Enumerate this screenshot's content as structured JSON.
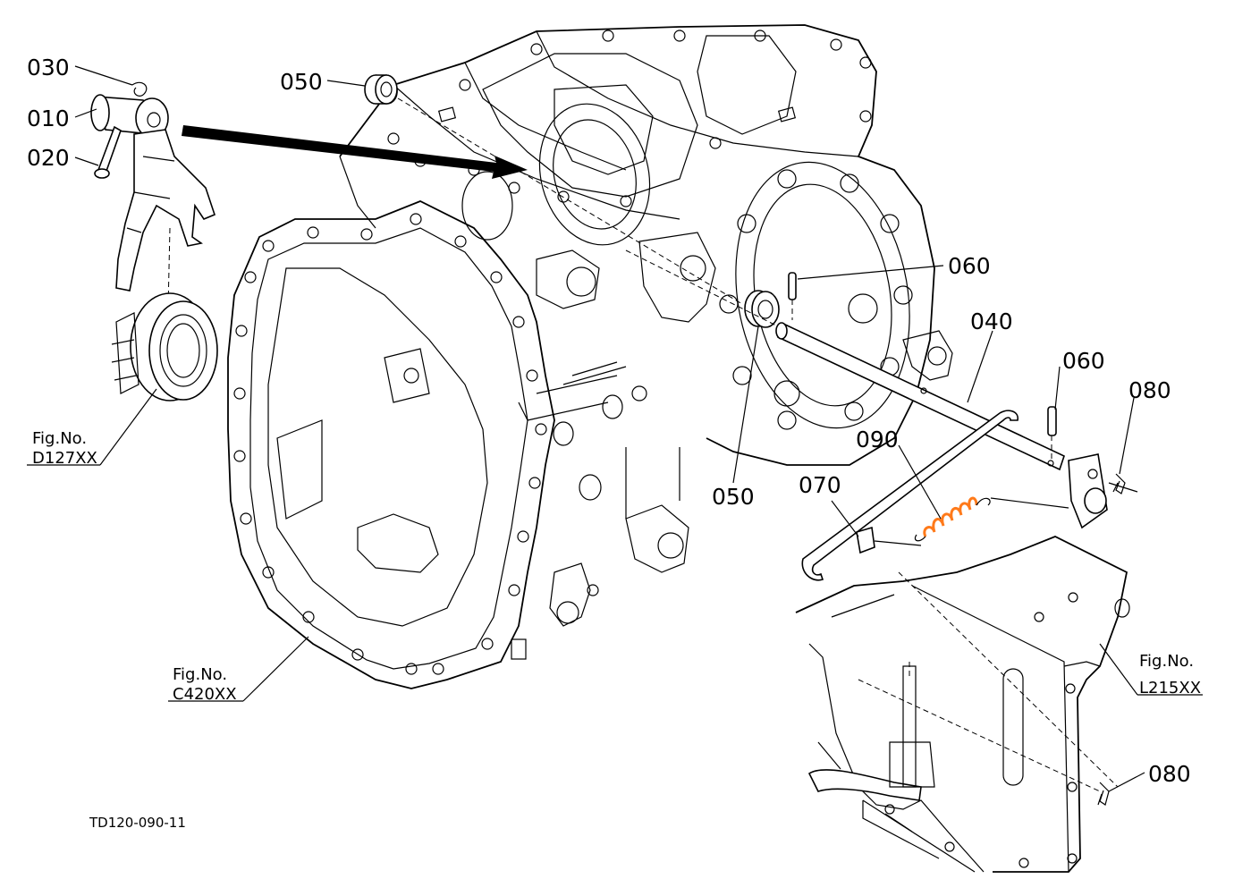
{
  "callouts": {
    "c030": "030",
    "c010": "010",
    "c020": "020",
    "c050_top": "050",
    "c050_mid": "050",
    "c060_top": "060",
    "c040": "040",
    "c060_right": "060",
    "c080_top": "080",
    "c090": "090",
    "c070": "070",
    "c080_bottom": "080"
  },
  "fig_refs": {
    "d127": {
      "label": "Fig.No.",
      "code": "D127XX"
    },
    "c420": {
      "label": "Fig.No.",
      "code": "C420XX"
    },
    "l215": {
      "label": "Fig.No.",
      "code": "L215XX"
    }
  },
  "footer": {
    "drawing_id": "TD120-090-11"
  },
  "colors": {
    "line": "#000000",
    "spring_highlight": "#ff7a1a",
    "background": "#ffffff"
  }
}
